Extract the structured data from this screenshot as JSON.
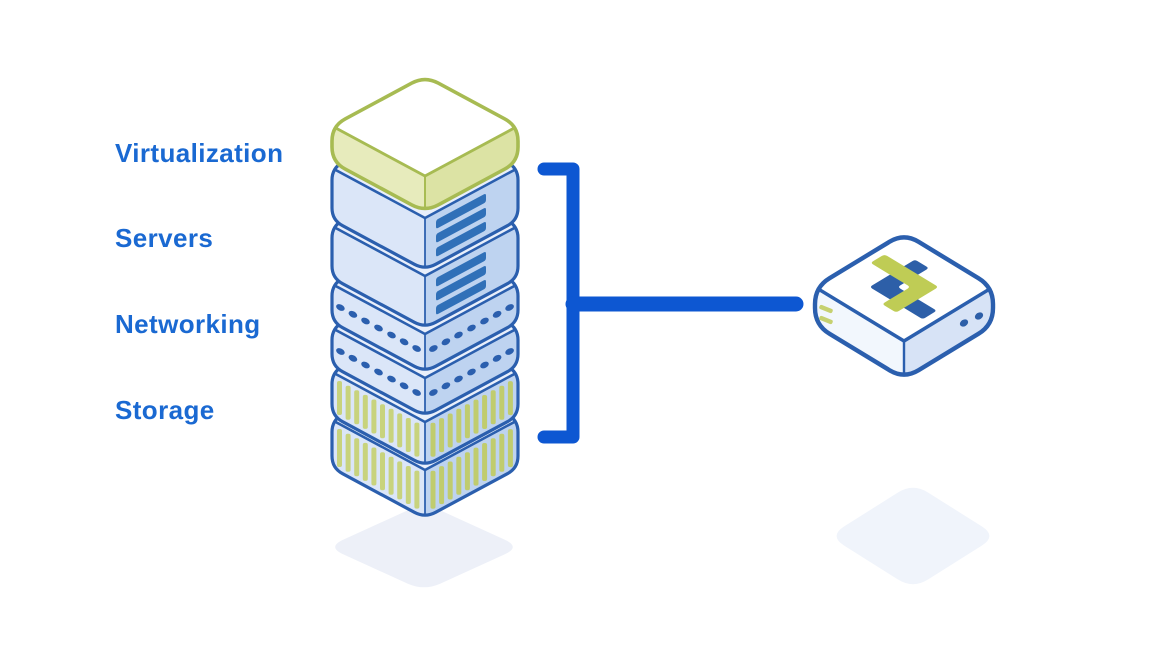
{
  "diagram": {
    "labels": [
      {
        "text": "Virtualization"
      },
      {
        "text": "Servers"
      },
      {
        "text": "Networking"
      },
      {
        "text": "Storage"
      }
    ],
    "stack": {
      "layers": [
        "virtualization",
        "server",
        "server",
        "network",
        "network",
        "storage",
        "storage"
      ]
    },
    "appliance": {
      "icon": "x-logo-icon",
      "led_count": 2,
      "port_count": 2
    },
    "connector": {
      "shape": "bracket"
    },
    "colors": {
      "label_text": "#1a69d2",
      "connector": "#0d57d2",
      "outline_blue": "#2b5fae",
      "face_left": "#dbe6f8",
      "face_right": "#bed3f0",
      "face_top": "#e9effb",
      "green_outline": "#a7bb52",
      "green_left": "#e7ebbc",
      "green_right": "#dce3a4",
      "green_top": "#ffffff",
      "server_bar": "#3070b8",
      "net_dot": "#2b5fae",
      "stripe": "#c8d37d",
      "stripe_dark": "#c0cc6e",
      "shadow": "#edf0f8",
      "shadow_light": "#f0f4fb",
      "appliance_left": "#f2f7fd",
      "appliance_right": "#d7e3f6",
      "appliance_top": "#ffffff",
      "logo_green": "#bfcc55",
      "logo_blue": "#2d5fa8",
      "led": "#c6d170"
    }
  }
}
